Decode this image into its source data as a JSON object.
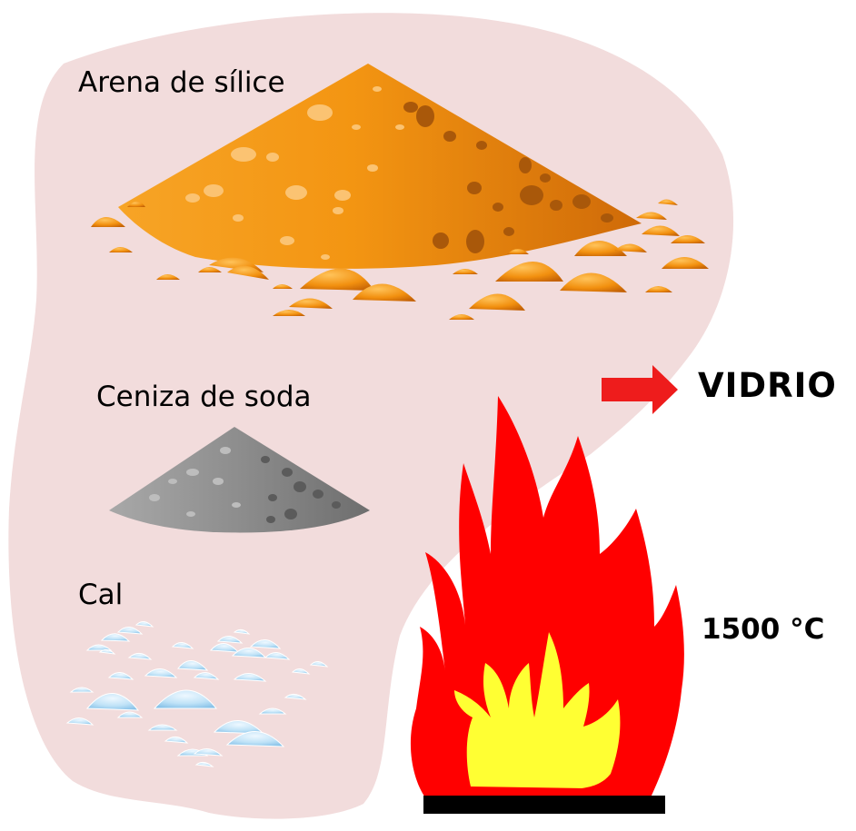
{
  "ingredients": {
    "sand_label": "Arena de sílice",
    "soda_label": "Ceniza de soda",
    "lime_label": "Cal"
  },
  "result": {
    "label": "VIDRIO"
  },
  "heat": {
    "temperature_label": "1500 °C"
  },
  "icons": {
    "sand": "sand-pile-icon",
    "soda": "soda-ash-pile-icon",
    "lime": "lime-crystals-icon",
    "arrow": "arrow-right-icon",
    "fire": "fire-icon"
  },
  "colors": {
    "background_blob": "#f2dcdc",
    "sand": "#f0900e",
    "sand_shadow": "#b95e05",
    "soda": "#8a8a8a",
    "lime": "#a9d5f0",
    "arrow": "#ee1c1c",
    "flame_outer": "#ff0000",
    "flame_inner": "#ffff33",
    "burner": "#000000"
  }
}
